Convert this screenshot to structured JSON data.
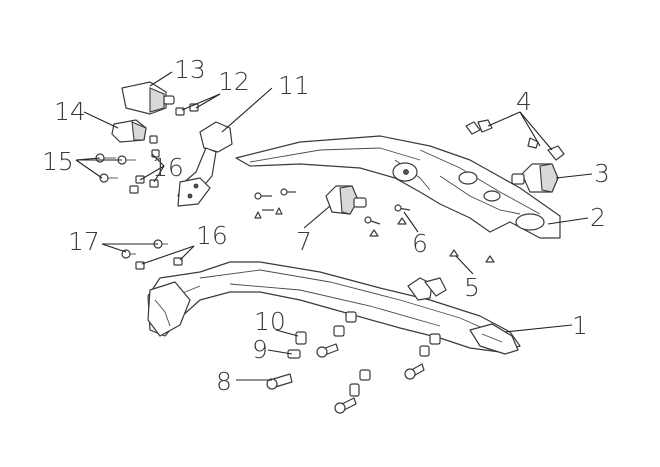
{
  "callouts": [
    "1",
    "2",
    "3",
    "4",
    "5",
    "6",
    "7",
    "8",
    "9",
    "10",
    "11",
    "12",
    "13",
    "14",
    "15",
    "16",
    "16",
    "17"
  ],
  "colors": {
    "line": "#3a3a3a",
    "shade": "#d9d9d9",
    "background": "#ffffff"
  }
}
